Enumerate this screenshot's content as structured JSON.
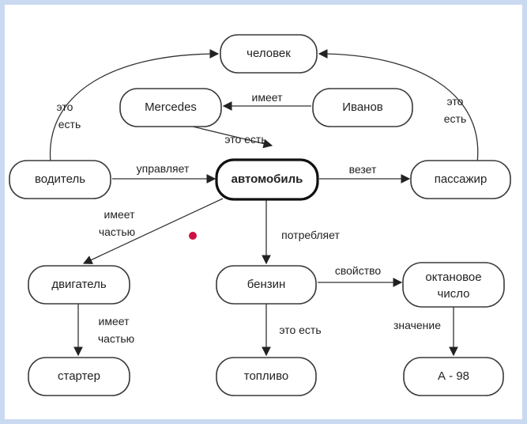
{
  "nodes": {
    "chelovek": "человек",
    "mercedes": "Mercedes",
    "ivanov": "Иванов",
    "voditel": "водитель",
    "avtomobil": "автомобиль",
    "passazhir": "пассажир",
    "dvigatel": "двигатель",
    "benzin": "бензин",
    "oktanovoe_line1": "октановое",
    "oktanovoe_line2": "число",
    "starter": "стартер",
    "toplivo": "топливо",
    "a98": "А - 98"
  },
  "edges": {
    "eto_est_left_1": "это",
    "eto_est_left_2": "есть",
    "eto_est_right_1": "это",
    "eto_est_right_2": "есть",
    "imeet_top": "имеет",
    "eto_est_mercedes": "это есть",
    "upravlyaet": "управляет",
    "vezet": "везет",
    "imeet_chastyu_1_l1": "имеет",
    "imeet_chastyu_1_l2": "частью",
    "potreblyaet": "потребляет",
    "svoystvo": "свойство",
    "imeet_chastyu_2_l1": "имеет",
    "imeet_chastyu_2_l2": "частью",
    "eto_est_benzin": "это есть",
    "znachenie": "значение"
  },
  "colors": {
    "frame": "#c9d9f0",
    "marker": "#cc1144"
  }
}
